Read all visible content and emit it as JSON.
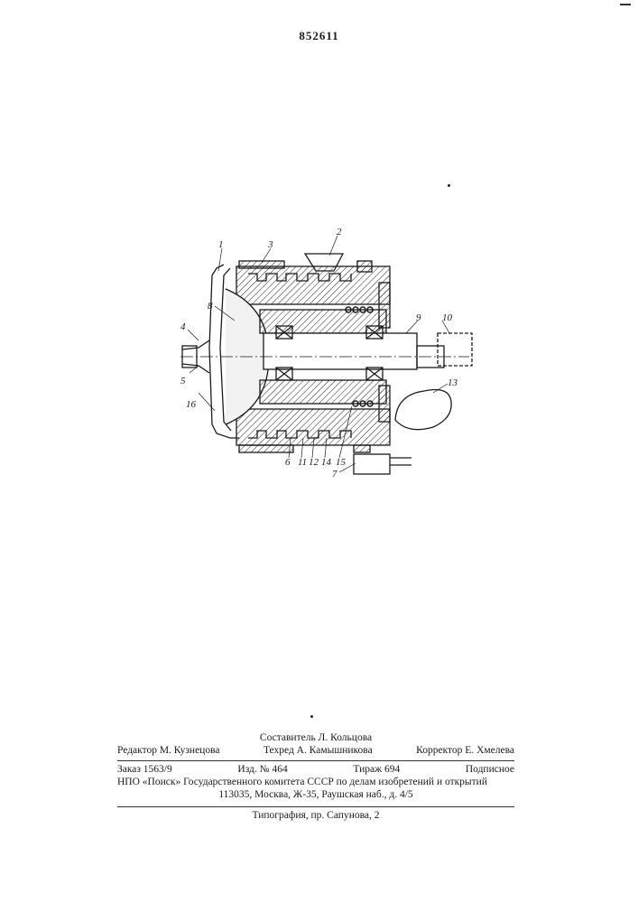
{
  "patent_number": "852611",
  "figure": {
    "labels": [
      "1",
      "2",
      "3",
      "4",
      "5",
      "6",
      "7",
      "8",
      "9",
      "10",
      "11",
      "12",
      "13",
      "14",
      "15",
      "16"
    ]
  },
  "footer": {
    "compiler": "Составитель Л. Кольцова",
    "editor": "Редактор М. Кузнецова",
    "techred": "Техред А. Камышникова",
    "corrector": "Корректор Е. Хмелева",
    "order": "Заказ 1563/9",
    "edition": "Изд. № 464",
    "print_run": "Тираж 694",
    "subscription": "Подписное",
    "org_line": "НПО «Поиск» Государственного комитета СССР по делам изобретений и открытий",
    "address": "113035, Москва, Ж-35, Раушская наб., д. 4/5",
    "printer": "Типография, пр. Сапунова, 2"
  }
}
